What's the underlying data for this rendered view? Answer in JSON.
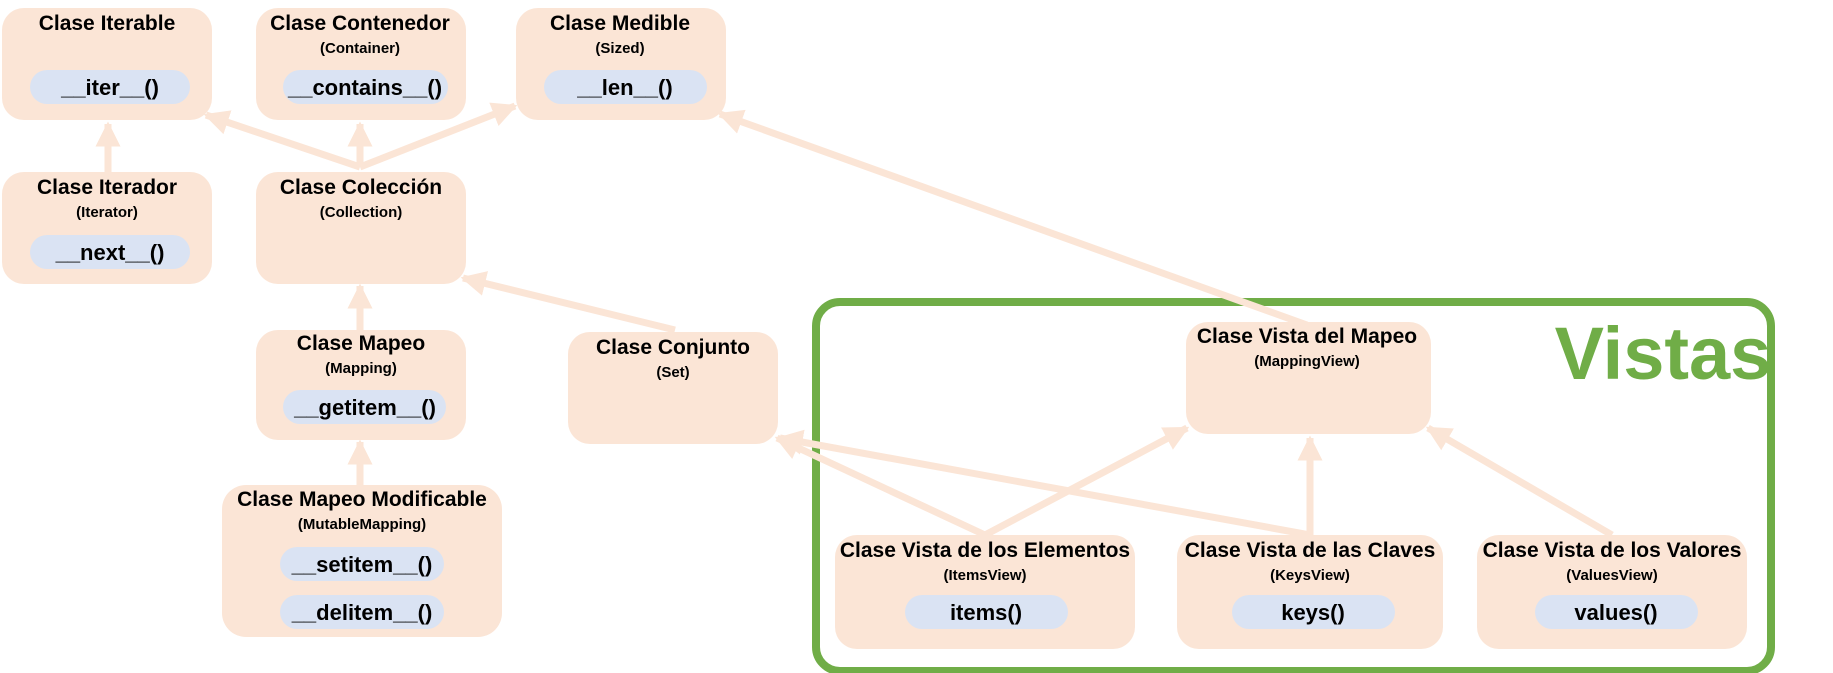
{
  "classes": {
    "iterable": {
      "title": "Clase Iterable",
      "method": "__iter__()"
    },
    "container": {
      "title": "Clase Contenedor",
      "subtitle": "(Container)",
      "method": "__contains__()"
    },
    "sized": {
      "title": "Clase Medible",
      "subtitle": "(Sized)",
      "method": "__len__()"
    },
    "iterator": {
      "title": "Clase Iterador",
      "subtitle": "(Iterator)",
      "method": "__next__()"
    },
    "collection": {
      "title": "Clase Colección",
      "subtitle": "(Collection)"
    },
    "mapping": {
      "title": "Clase Mapeo",
      "subtitle": "(Mapping)",
      "method": "__getitem__()"
    },
    "mutable_mapping": {
      "title": "Clase Mapeo Modificable",
      "subtitle": "(MutableMapping)",
      "methods": [
        "__setitem__()",
        "__delitem__()"
      ]
    },
    "set": {
      "title": "Clase Conjunto",
      "subtitle": "(Set)"
    },
    "mapping_view": {
      "title": "Clase Vista del Mapeo",
      "subtitle": "(MappingView)"
    },
    "items_view": {
      "title": "Clase Vista de los Elementos",
      "subtitle": "(ItemsView)",
      "method": "items()"
    },
    "keys_view": {
      "title": "Clase Vista de las Claves",
      "subtitle": "(KeysView)",
      "method": "keys()"
    },
    "values_view": {
      "title": "Clase Vista de los Valores",
      "subtitle": "(ValuesView)",
      "method": "values()"
    }
  },
  "group": {
    "label": "Vistas",
    "color": "#70ad47"
  },
  "colors": {
    "box": "#fbe5d6",
    "pill": "#dae3f3",
    "arrow": "#fbe5d6"
  },
  "edges": [
    {
      "from": "iterator",
      "to": "iterable"
    },
    {
      "from": "collection",
      "to": "iterable"
    },
    {
      "from": "collection",
      "to": "container"
    },
    {
      "from": "collection",
      "to": "sized"
    },
    {
      "from": "mapping",
      "to": "collection"
    },
    {
      "from": "mutable_mapping",
      "to": "mapping"
    },
    {
      "from": "set",
      "to": "collection"
    },
    {
      "from": "mapping_view",
      "to": "sized"
    },
    {
      "from": "items_view",
      "to": "mapping_view"
    },
    {
      "from": "items_view",
      "to": "set"
    },
    {
      "from": "keys_view",
      "to": "mapping_view"
    },
    {
      "from": "keys_view",
      "to": "set"
    },
    {
      "from": "values_view",
      "to": "mapping_view"
    }
  ]
}
